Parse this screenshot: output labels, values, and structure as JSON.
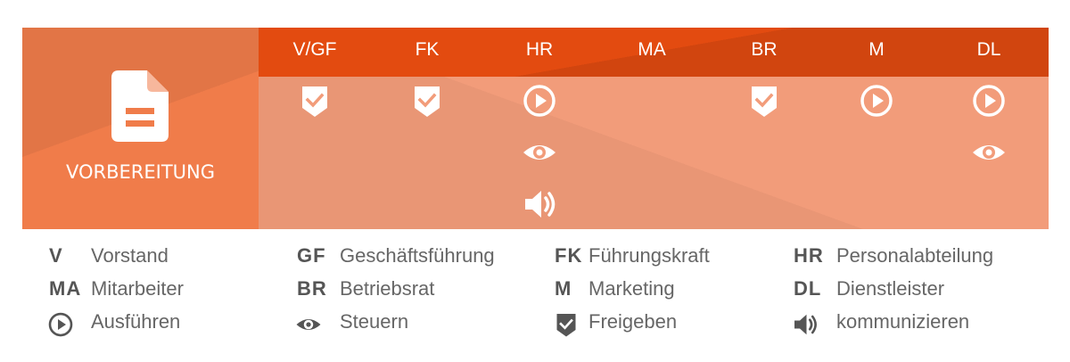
{
  "stage": {
    "title": "VORBEREITUNG",
    "icon": "document-icon"
  },
  "columns": [
    {
      "label": "V/GF",
      "icons": [
        "shield-check-icon"
      ]
    },
    {
      "label": "FK",
      "icons": [
        "shield-check-icon"
      ]
    },
    {
      "label": "HR",
      "icons": [
        "play-circle-icon",
        "eye-icon",
        "speaker-icon"
      ]
    },
    {
      "label": "MA",
      "icons": []
    },
    {
      "label": "BR",
      "icons": [
        "shield-check-icon"
      ]
    },
    {
      "label": "M",
      "icons": [
        "play-circle-icon"
      ]
    },
    {
      "label": "DL",
      "icons": [
        "play-circle-icon",
        "eye-icon"
      ]
    }
  ],
  "legend": {
    "abbreviations": [
      {
        "abbr": "V",
        "text": "Vorstand"
      },
      {
        "abbr": "GF",
        "text": "Geschäftsführung"
      },
      {
        "abbr": "FK",
        "text": "Führungskraft"
      },
      {
        "abbr": "HR",
        "text": "Personalabteilung"
      },
      {
        "abbr": "MA",
        "text": "Mitarbeiter"
      },
      {
        "abbr": "BR",
        "text": "Betriebsrat"
      },
      {
        "abbr": "M",
        "text": "Marketing"
      },
      {
        "abbr": "DL",
        "text": "Dienstleister"
      }
    ],
    "icons": [
      {
        "icon": "play-circle-icon",
        "text": "Ausführen"
      },
      {
        "icon": "eye-icon",
        "text": "Steuern"
      },
      {
        "icon": "shield-check-icon",
        "text": "Freigeben"
      },
      {
        "icon": "speaker-icon",
        "text": "kommunizieren"
      }
    ]
  },
  "colors": {
    "header": "#e34b10",
    "stage_block": "#f07c4a",
    "body": "#f29c7a",
    "icon_white": "#ffffff",
    "legend_icon": "#555555"
  }
}
